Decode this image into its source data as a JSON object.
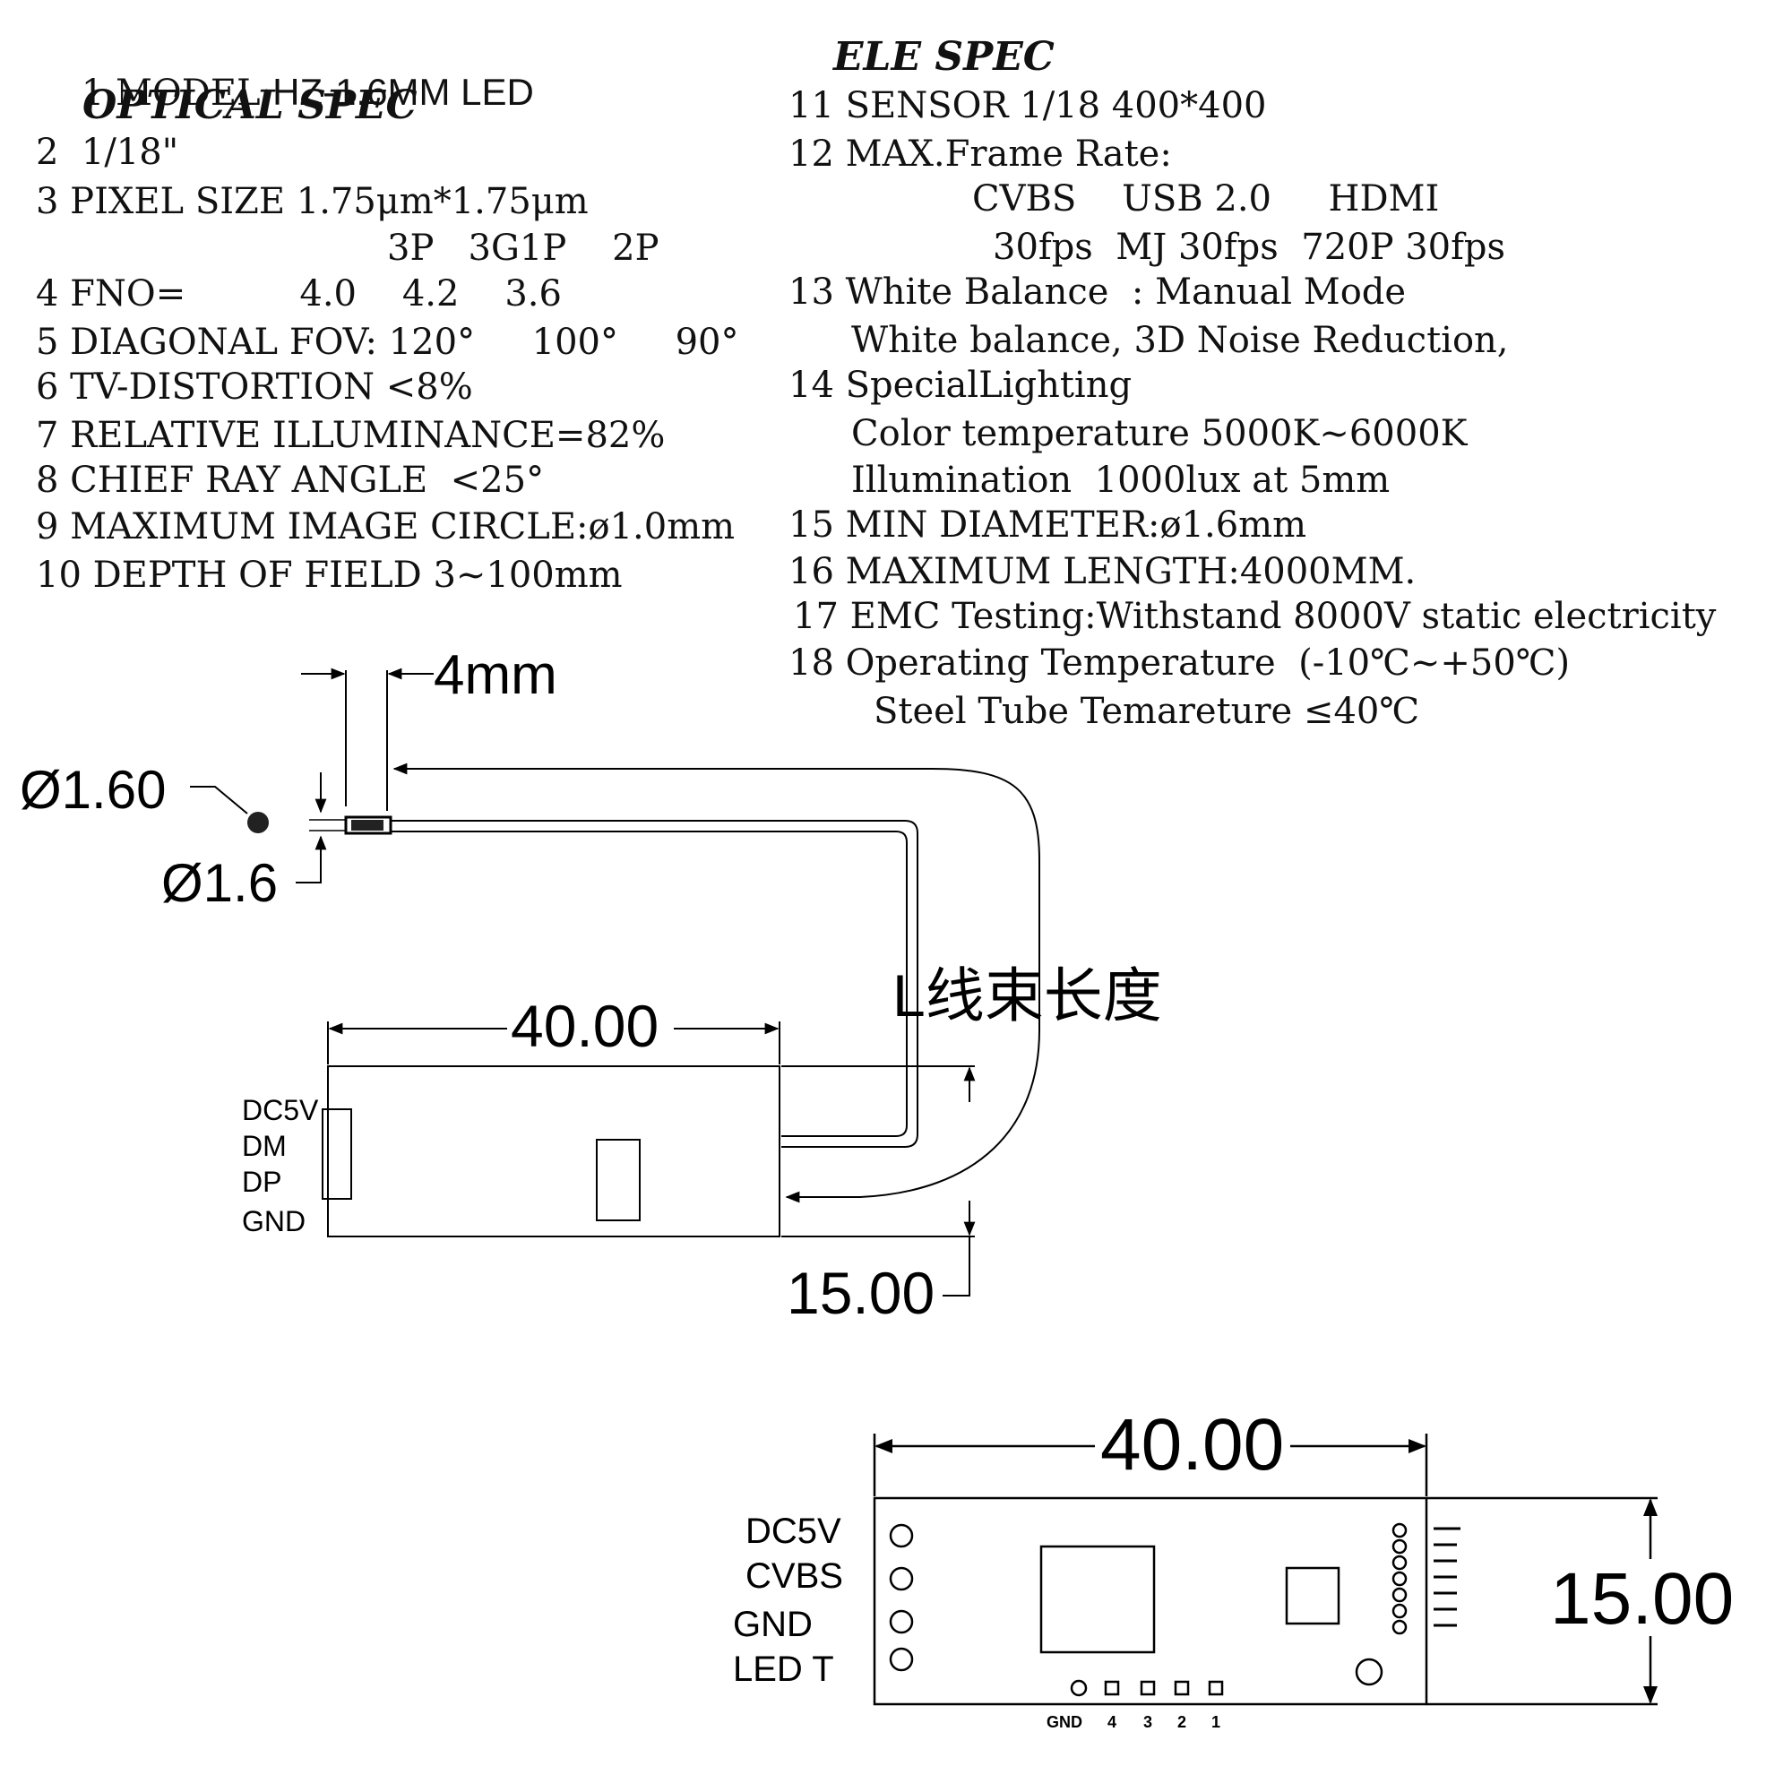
{
  "optical": {
    "model_label": "1 MODEL:",
    "model_value": "HZ-1.6MM LED",
    "header": "OPTICAL SPEC",
    "lines": [
      "2  1/18\"",
      "3 PIXEL SIZE 1.75μm*1.75μm",
      "3P   3G1P    2P",
      "4 FNO=          4.0    4.2    3.6",
      "5 DIAGONAL FOV: 120°     100°     90°",
      "6 TV-DISTORTION <8%",
      "7 RELATIVE ILLUMINANCE=82%",
      "8 CHIEF RAY ANGLE  <25°",
      "9 MAXIMUM IMAGE CIRCLE:ø1.0mm",
      "10 DEPTH OF FIELD 3~100mm"
    ]
  },
  "ele": {
    "header": "ELE SPEC",
    "lines": [
      "11 SENSOR 1/18 400*400",
      "12 MAX.Frame Rate:",
      "CVBS    USB 2.0     HDMI",
      "30fps  MJ 30fps  720P 30fps",
      "13 White Balance  : Manual Mode",
      "White balance, 3D Noise Reduction,",
      "14 SpecialLighting",
      "Color temperature 5000K~6000K",
      "Illumination  1000lux at 5mm",
      "15 MIN DIAMETER:ø1.6mm",
      "16 MAXIMUM LENGTH:4000MM.",
      "17 EMC Testing:Withstand 8000V static electricity",
      "18 Operating Temperature  (-10℃~+50℃)",
      "Steel Tube Temareture ≤40℃"
    ]
  },
  "drawing": {
    "tip_length": "4mm",
    "tip_diameter_a": "Ø1.60",
    "tip_diameter_b": "Ø1.6",
    "harness_length": "L线束长度",
    "board1_width": "40.00",
    "board1_height": "15.00",
    "board1_pins": [
      "DC5V",
      "DM",
      "DP",
      "GND"
    ],
    "board2_width": "40.00",
    "board2_height": "15.00",
    "board2_pins": [
      "DC5V",
      "CVBS",
      "GND",
      "LED T"
    ],
    "bottom_pins": [
      "GND",
      "4",
      "3",
      "2",
      "1"
    ]
  }
}
